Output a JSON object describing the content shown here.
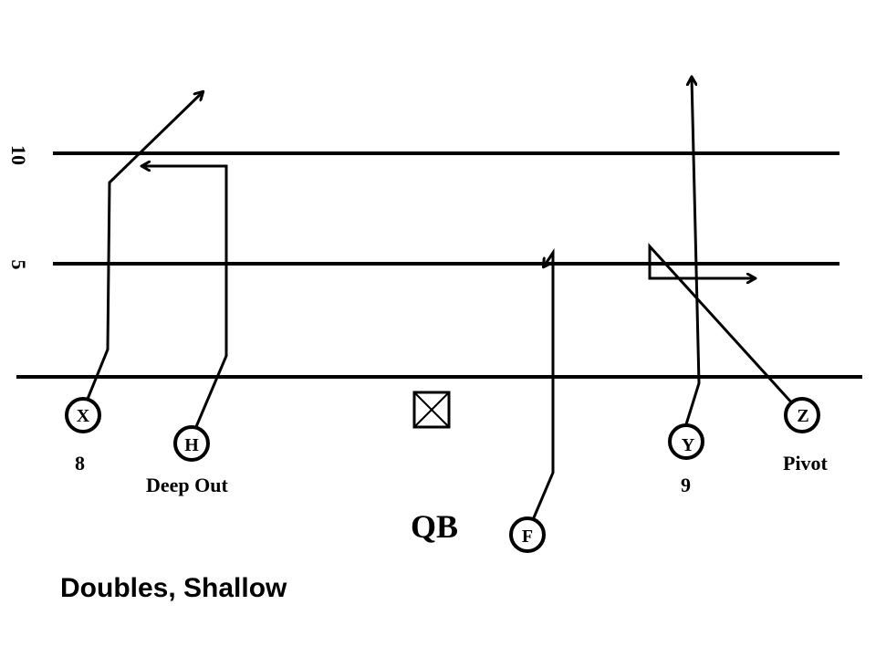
{
  "play": {
    "title": "Doubles, Shallow",
    "qb_label": "QB"
  },
  "yard_markers": {
    "ten": "10",
    "five": "5"
  },
  "players": {
    "x": {
      "letter": "X",
      "route": "8"
    },
    "h": {
      "letter": "H",
      "route": "Deep Out"
    },
    "y": {
      "letter": "Y",
      "route": "9"
    },
    "z": {
      "letter": "Z",
      "route": "Pivot"
    },
    "f": {
      "letter": "F"
    }
  },
  "colors": {
    "ink": "#000000",
    "background": "#ffffff"
  }
}
